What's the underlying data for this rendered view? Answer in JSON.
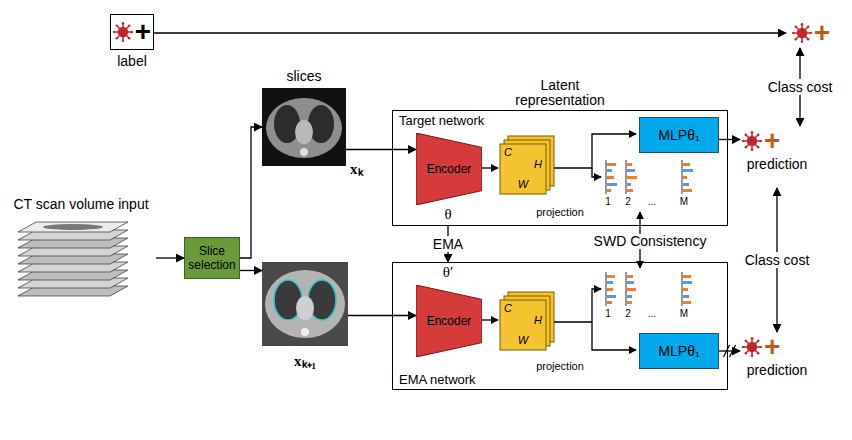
{
  "diagram": {
    "nodes": [
      {
        "text": [
          "+",
          "label"
        ]
      },
      {
        "text": [
          "+"
        ]
      },
      {
        "text": [
          "CT scan volume input"
        ]
      },
      {
        "text": [
          "Slice selection"
        ]
      },
      {
        "text": [
          "slices",
          "xₖ"
        ]
      },
      {
        "text": [
          "xₖ₊₁"
        ]
      },
      {
        "text": [
          "Target network"
        ]
      },
      {
        "text": [
          "Encoder"
        ],
        "in": 6
      },
      {
        "text": [
          "MLPθ₁"
        ],
        "in": 6
      },
      {
        "text": [
          "+",
          "prediction"
        ]
      },
      {
        "text": [
          "EMA network"
        ]
      },
      {
        "text": [
          "Encoder"
        ],
        "in": 10
      },
      {
        "text": [
          "MLPθ₁"
        ],
        "in": 10
      },
      {
        "text": [
          "+",
          "prediction"
        ]
      }
    ],
    "edges": [
      {
        "from": 0,
        "to": 1,
        "arrow": "to"
      },
      {
        "from": 2,
        "to": 3,
        "arrow": "to"
      },
      {
        "from": 3,
        "to": 4,
        "arrow": "to"
      },
      {
        "from": 3,
        "to": 5,
        "arrow": "to"
      },
      {
        "from": 4,
        "to": 7,
        "arrow": "to"
      },
      {
        "from": 5,
        "to": 11,
        "arrow": "to"
      },
      {
        "from": 8,
        "to": 9,
        "arrow": "to"
      },
      {
        "from": 12,
        "to": 13,
        "arrow": "to"
      },
      {
        "from": 6,
        "to": 10,
        "label": "EMA",
        "arrow": "to"
      },
      {
        "from": 1,
        "to": 9,
        "label": "Class cost",
        "arrow": "both"
      },
      {
        "from": 9,
        "to": 13,
        "label": "Class cost",
        "arrow": "both"
      }
    ],
    "labels": [
      "Latent representation",
      "C",
      "W",
      "H",
      "θ",
      "projection",
      "1",
      "2",
      "...",
      "M",
      "SWD Consistency",
      "θ′",
      "C",
      "W",
      "H",
      "projection",
      "1",
      "2",
      "...",
      "M"
    ]
  }
}
